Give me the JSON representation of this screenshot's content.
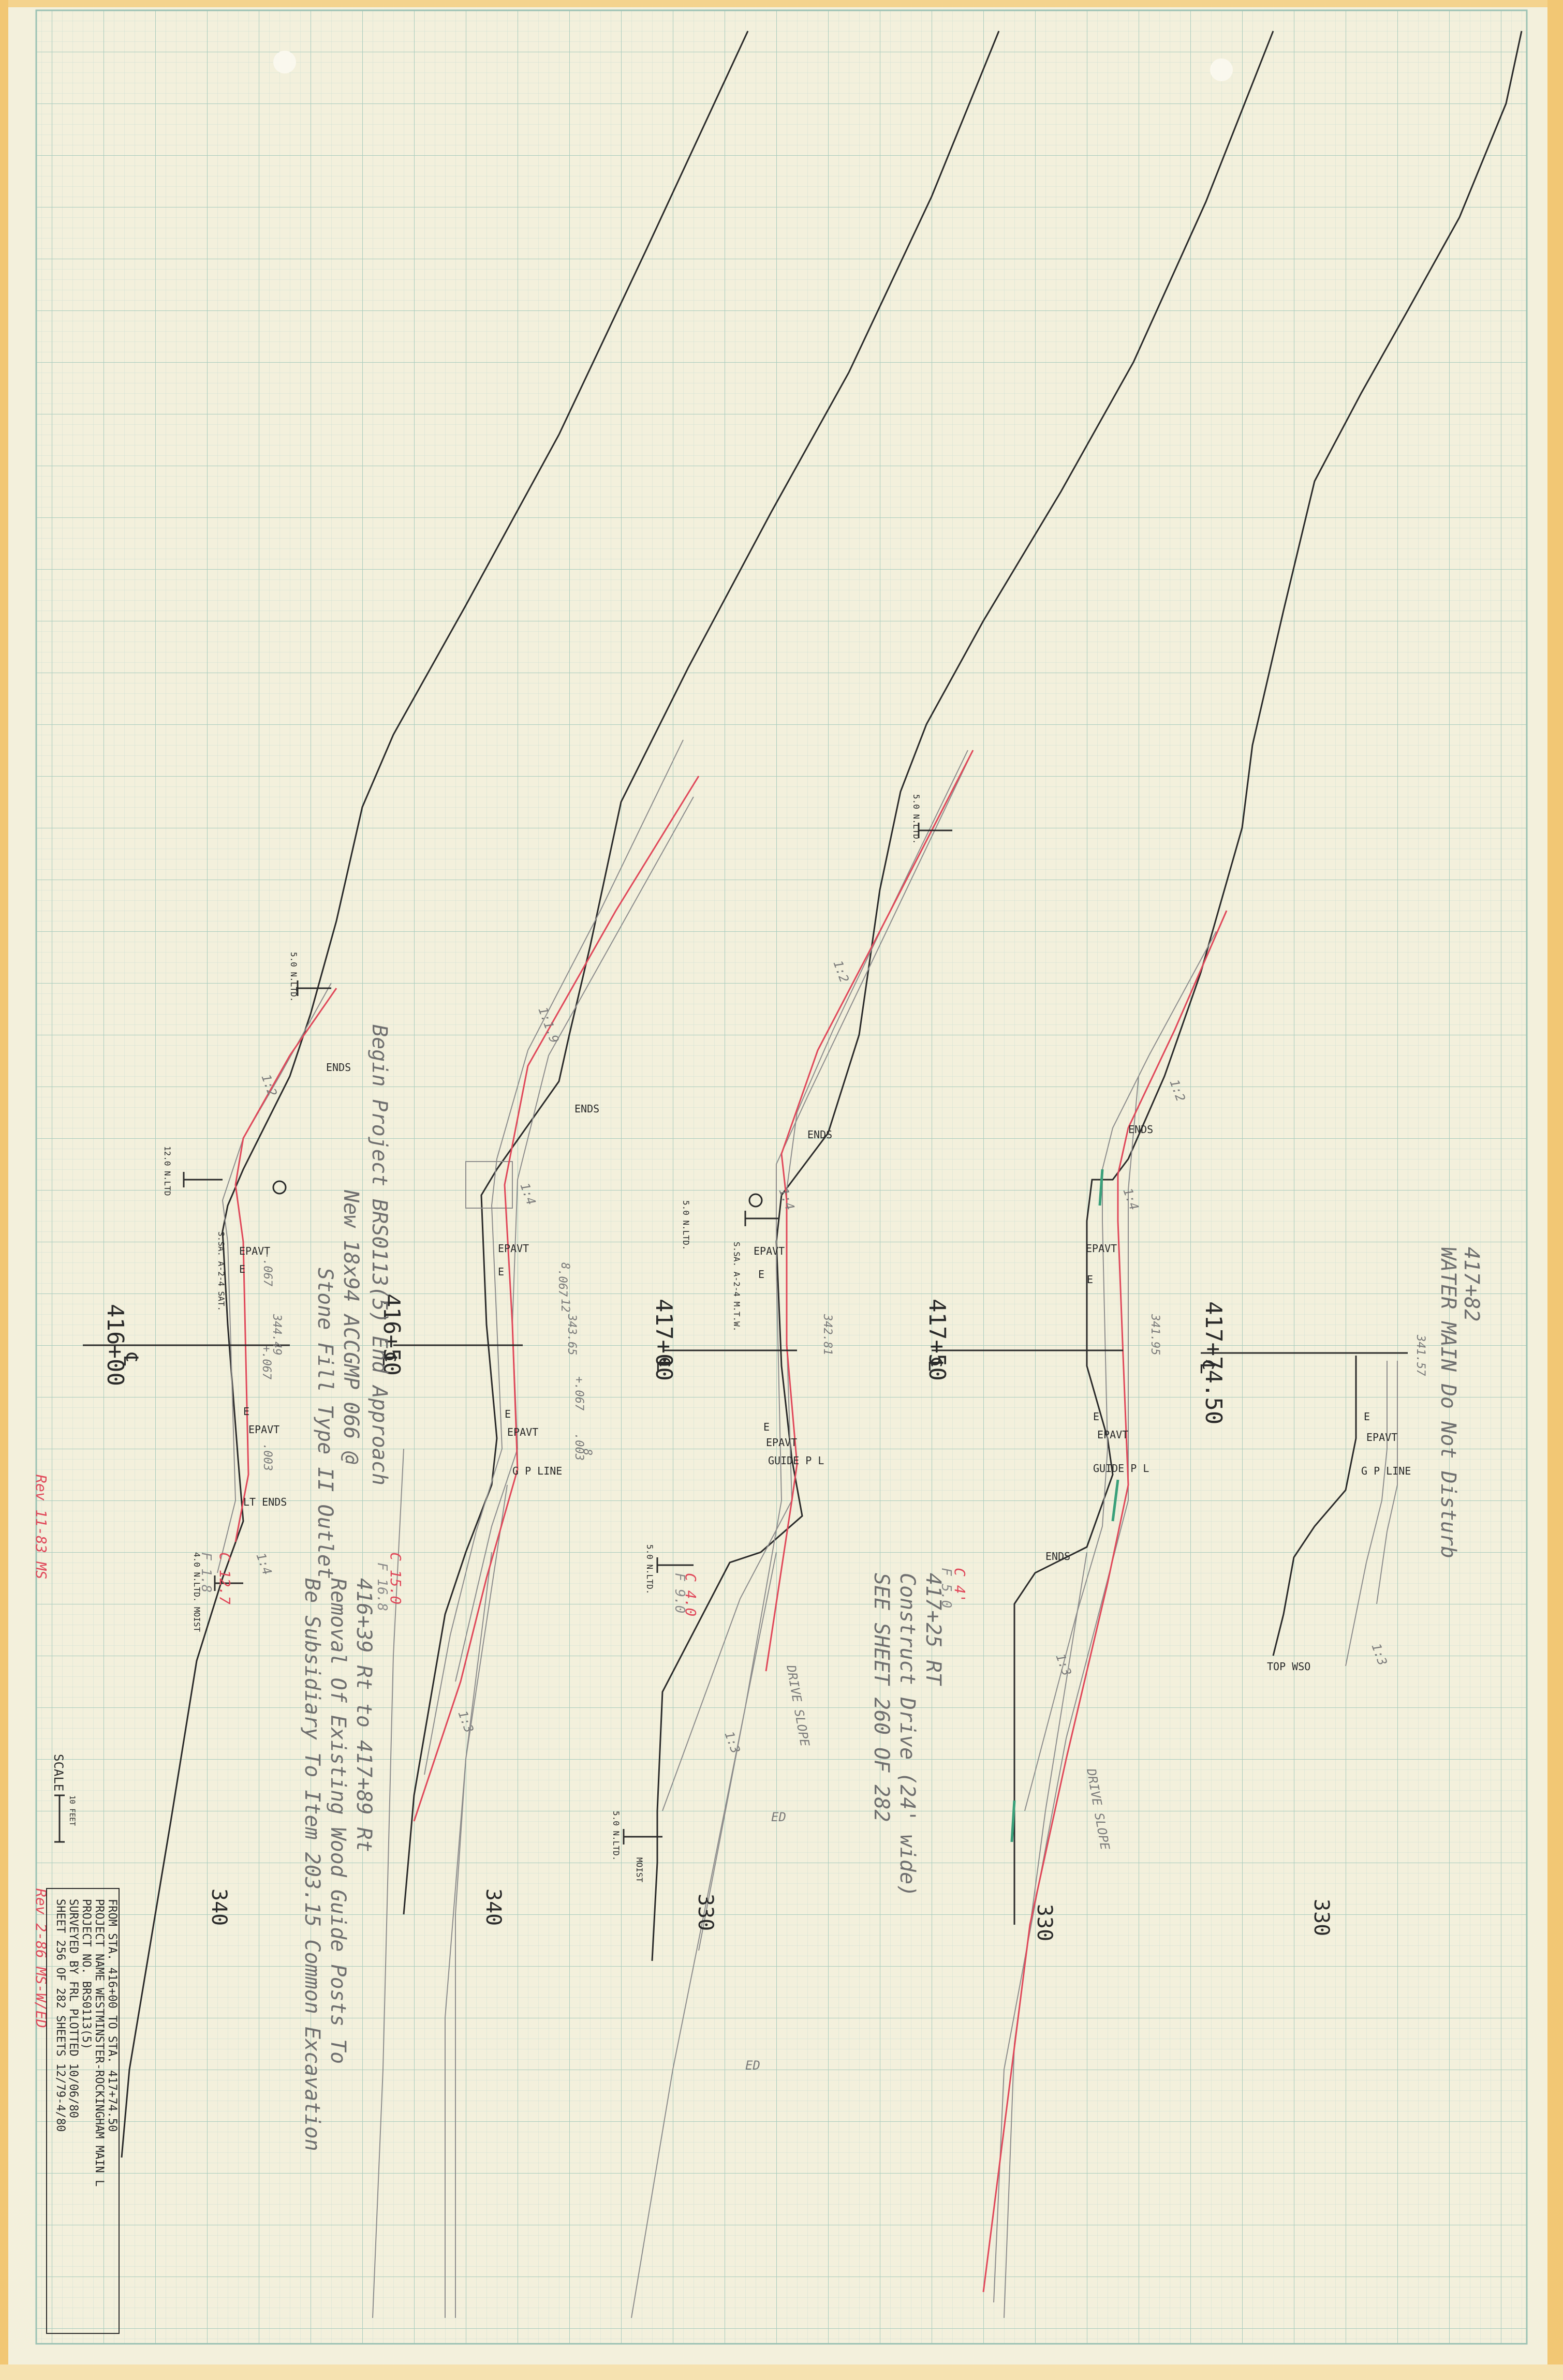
{
  "colors": {
    "paper": "#f3f0dc",
    "grid_minor": "#c9dccf",
    "grid_major": "#9cc2b4",
    "ground": "#2a2a2a",
    "pencil": "#8a8a8a",
    "red_pencil": "#e0485a",
    "green_pencil": "#3aa07a",
    "ink": "#2b2b2b",
    "edge_strip": "#f2c774"
  },
  "sections": [
    {
      "station": "416+00",
      "elevation": "340"
    },
    {
      "station": "416+50",
      "elevation": "340"
    },
    {
      "station": "417+00",
      "elevation": "330"
    },
    {
      "station": "417+50",
      "elevation": "330"
    },
    {
      "station": "417+74.50",
      "elevation": "330"
    }
  ],
  "labels": {
    "ends": "ENDS",
    "epavt": "EPAVT",
    "e": "E",
    "guide_pl": "GUIDE P L",
    "gp_line": "G P LINE",
    "top_wso": "TOP WSO",
    "lt_ends": "LT ENDS",
    "nltd_50": "5.0 N.LTD.",
    "nltd_120": "12.0 N.LTD",
    "nltd_40": "4.0 N.LTD. MOIST",
    "moist": "MOIST",
    "ssa_1": "S.SA. A-2-4 SAT.",
    "ssa_2": "S.SA. A-2-4 M.T.W.",
    "ed": "ED",
    "slope_12": "1:2",
    "slope_114": "1:1.9",
    "slope_14": "1:4",
    "slope_13": "1:3",
    "drive_slope": "DRIVE SLOPE",
    "c_1": "C 12.7",
    "f_1": "F 1.8",
    "c_2": "C 15.0",
    "f_2": "F 16.8",
    "c_3": "C 4.0",
    "f_3": "F 9.0",
    "c_4": "C 4'",
    "f_4": "F 5.0",
    "elev_1": "344.49",
    "elev_2": "343.65",
    "elev_3": "342.81",
    "elev_4": "341.95",
    "elev_5": "341.57",
    "grade_1": "-.067",
    "grade_2": "+.067",
    "grade_3": ".003",
    "twelve": "12",
    "eight": "8"
  },
  "notes": {
    "begin_project": "Begin Project BRS0113(5) End Approach",
    "new_pipe": "New 18x94 ACCGMP 066 @",
    "stone_fill": "Stone Fill Type II Outlet",
    "water_main_1": "417+82",
    "water_main_2": "WATER MAIN Do Not Disturb",
    "drive_1": "417+25 RT",
    "drive_2": "Construct Drive (24' wide)",
    "drive_3": "SEE SHEET 260 OF 282",
    "guide_1": "416+39 Rt to 417+89 Rt",
    "guide_2": "Removal Of Existing Wood Guide Posts To",
    "guide_3": "Be Subsidiary To Item 203.15 Common Excavation"
  },
  "scale": {
    "label": "SCALE",
    "value": "10 FEET"
  },
  "title_block": {
    "line1": "FROM STA. 416+00        TO STA. 417+74.50",
    "line2": "PROJECT NAME    WESTMINSTER-ROCKINGHAM MAIN L",
    "line3": "PROJECT NO.     BRS0113(5)",
    "line4": "SURVEYED BY     FRL            PLOTTED 10/06/80",
    "line5": "SHEET 256 OF 282 SHEETS                12/79-4/80"
  },
  "margin_notes": {
    "red_1": "Rev 11-83 MS",
    "red_2": "Rev 2-86 MS-W/ED"
  }
}
